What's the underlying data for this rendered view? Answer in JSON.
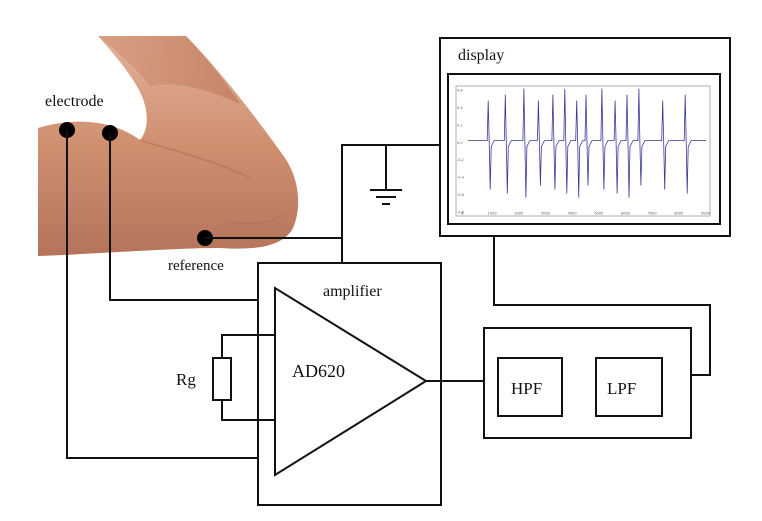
{
  "labels": {
    "electrode": "electrode",
    "reference": "reference",
    "display": "display",
    "amplifier": "amplifier",
    "amp_chip": "AD620",
    "gain_resistor": "Rg",
    "hpf": "HPF",
    "lpf": "LPF"
  },
  "display_plot": {
    "y_ticks": [
      "0.6",
      "0.4",
      "0.2",
      "0.0",
      "-0.2",
      "-0.4",
      "-0.6",
      "-0.8"
    ],
    "x_ticks": [
      "0",
      "1000",
      "2000",
      "3000",
      "4000",
      "5000",
      "6000",
      "7000",
      "8000",
      "9000"
    ],
    "signal_color": "#3a3a9a",
    "spike_times": [
      800,
      1450,
      2150,
      2700,
      3250,
      3700,
      4150,
      4500,
      5100,
      5600,
      6050,
      6500,
      7400,
      8250
    ]
  },
  "colors": {
    "line": "#111111",
    "skin": "#c98a6b"
  },
  "icons": {
    "ground": "ground-symbol",
    "resistor": "resistor-symbol",
    "op_amp": "op-amp-triangle"
  }
}
